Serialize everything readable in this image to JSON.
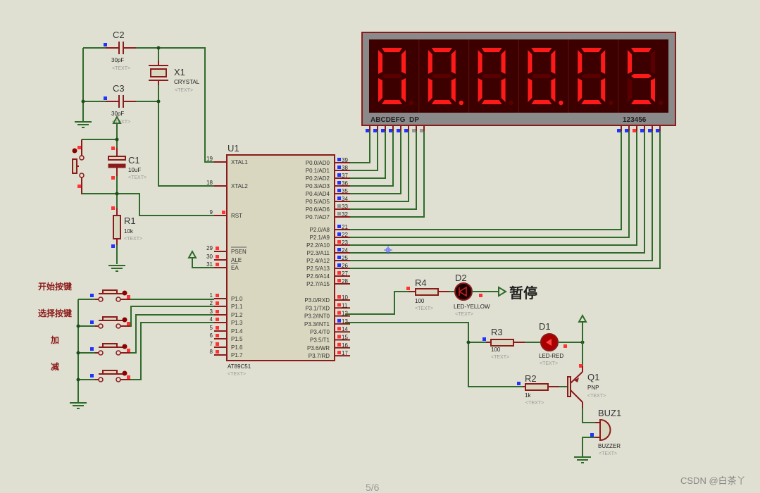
{
  "display": {
    "digits": [
      "0",
      "0",
      "0",
      "0",
      "0",
      "5"
    ],
    "decimal_points_lit": [
      false,
      true,
      false,
      true,
      false,
      false
    ],
    "segment_label": "ABCDEFG  DP",
    "common_label": "123456",
    "on_color": "#ff1a1a",
    "off_color": "#5a0000"
  },
  "mcu": {
    "ref": "U1",
    "part": "AT89C51",
    "text": "<TEXT>",
    "left_pins": [
      {
        "num": "19",
        "name": "XTAL1"
      },
      {
        "num": "18",
        "name": "XTAL2"
      },
      {
        "num": "9",
        "name": "RST"
      },
      {
        "num": "29",
        "name": "PSEN"
      },
      {
        "num": "30",
        "name": "ALE"
      },
      {
        "num": "31",
        "name": "EA"
      },
      {
        "num": "1",
        "name": "P1.0"
      },
      {
        "num": "2",
        "name": "P1.1"
      },
      {
        "num": "3",
        "name": "P1.2"
      },
      {
        "num": "4",
        "name": "P1.3"
      },
      {
        "num": "5",
        "name": "P1.4"
      },
      {
        "num": "6",
        "name": "P1.5"
      },
      {
        "num": "7",
        "name": "P1.6"
      },
      {
        "num": "8",
        "name": "P1.7"
      }
    ],
    "right_pins": [
      {
        "num": "39",
        "name": "P0.0/AD0"
      },
      {
        "num": "38",
        "name": "P0.1/AD1"
      },
      {
        "num": "37",
        "name": "P0.2/AD2"
      },
      {
        "num": "36",
        "name": "P0.3/AD3"
      },
      {
        "num": "35",
        "name": "P0.4/AD4"
      },
      {
        "num": "34",
        "name": "P0.5/AD5"
      },
      {
        "num": "33",
        "name": "P0.6/AD6"
      },
      {
        "num": "32",
        "name": "P0.7/AD7"
      },
      {
        "num": "21",
        "name": "P2.0/A8"
      },
      {
        "num": "22",
        "name": "P2.1/A9"
      },
      {
        "num": "23",
        "name": "P2.2/A10"
      },
      {
        "num": "24",
        "name": "P2.3/A11"
      },
      {
        "num": "25",
        "name": "P2.4/A12"
      },
      {
        "num": "26",
        "name": "P2.5/A13"
      },
      {
        "num": "27",
        "name": "P2.6/A14"
      },
      {
        "num": "28",
        "name": "P2.7/A15"
      },
      {
        "num": "10",
        "name": "P3.0/RXD"
      },
      {
        "num": "11",
        "name": "P3.1/TXD"
      },
      {
        "num": "12",
        "name": "P3.2/INT0"
      },
      {
        "num": "13",
        "name": "P3.3/INT1"
      },
      {
        "num": "14",
        "name": "P3.4/T0"
      },
      {
        "num": "15",
        "name": "P3.5/T1"
      },
      {
        "num": "16",
        "name": "P3.6/WR"
      },
      {
        "num": "17",
        "name": "P3.7/RD"
      }
    ]
  },
  "components": {
    "c2": {
      "ref": "C2",
      "value": "30pF",
      "text": "<TEXT>"
    },
    "c3": {
      "ref": "C3",
      "value": "30pF",
      "text": "<TEXT>"
    },
    "x1": {
      "ref": "X1",
      "value": "CRYSTAL",
      "text": "<TEXT>"
    },
    "c1": {
      "ref": "C1",
      "value": "10uF",
      "text": "<TEXT>"
    },
    "r1": {
      "ref": "R1",
      "value": "10k",
      "text": "<TEXT>"
    },
    "r4": {
      "ref": "R4",
      "value": "100",
      "text": "<TEXT>"
    },
    "d2": {
      "ref": "D2",
      "value": "LED-YELLOW",
      "text": "<TEXT>"
    },
    "r3": {
      "ref": "R3",
      "value": "100",
      "text": "<TEXT>"
    },
    "d1": {
      "ref": "D1",
      "value": "LED-RED",
      "text": "<TEXT>"
    },
    "r2": {
      "ref": "R2",
      "value": "1k",
      "text": "<TEXT>"
    },
    "q1": {
      "ref": "Q1",
      "value": "PNP",
      "text": "<TEXT>"
    },
    "buz1": {
      "ref": "BUZ1",
      "value": "BUZZER",
      "text": "<TEXT>"
    }
  },
  "buttons": [
    {
      "label": "开始按键"
    },
    {
      "label": "选择按键"
    },
    {
      "label": "加"
    },
    {
      "label": "减"
    }
  ],
  "pause_label": "暂停",
  "footer": {
    "page": "5/6",
    "watermark": "CSDN @白茶丫"
  }
}
